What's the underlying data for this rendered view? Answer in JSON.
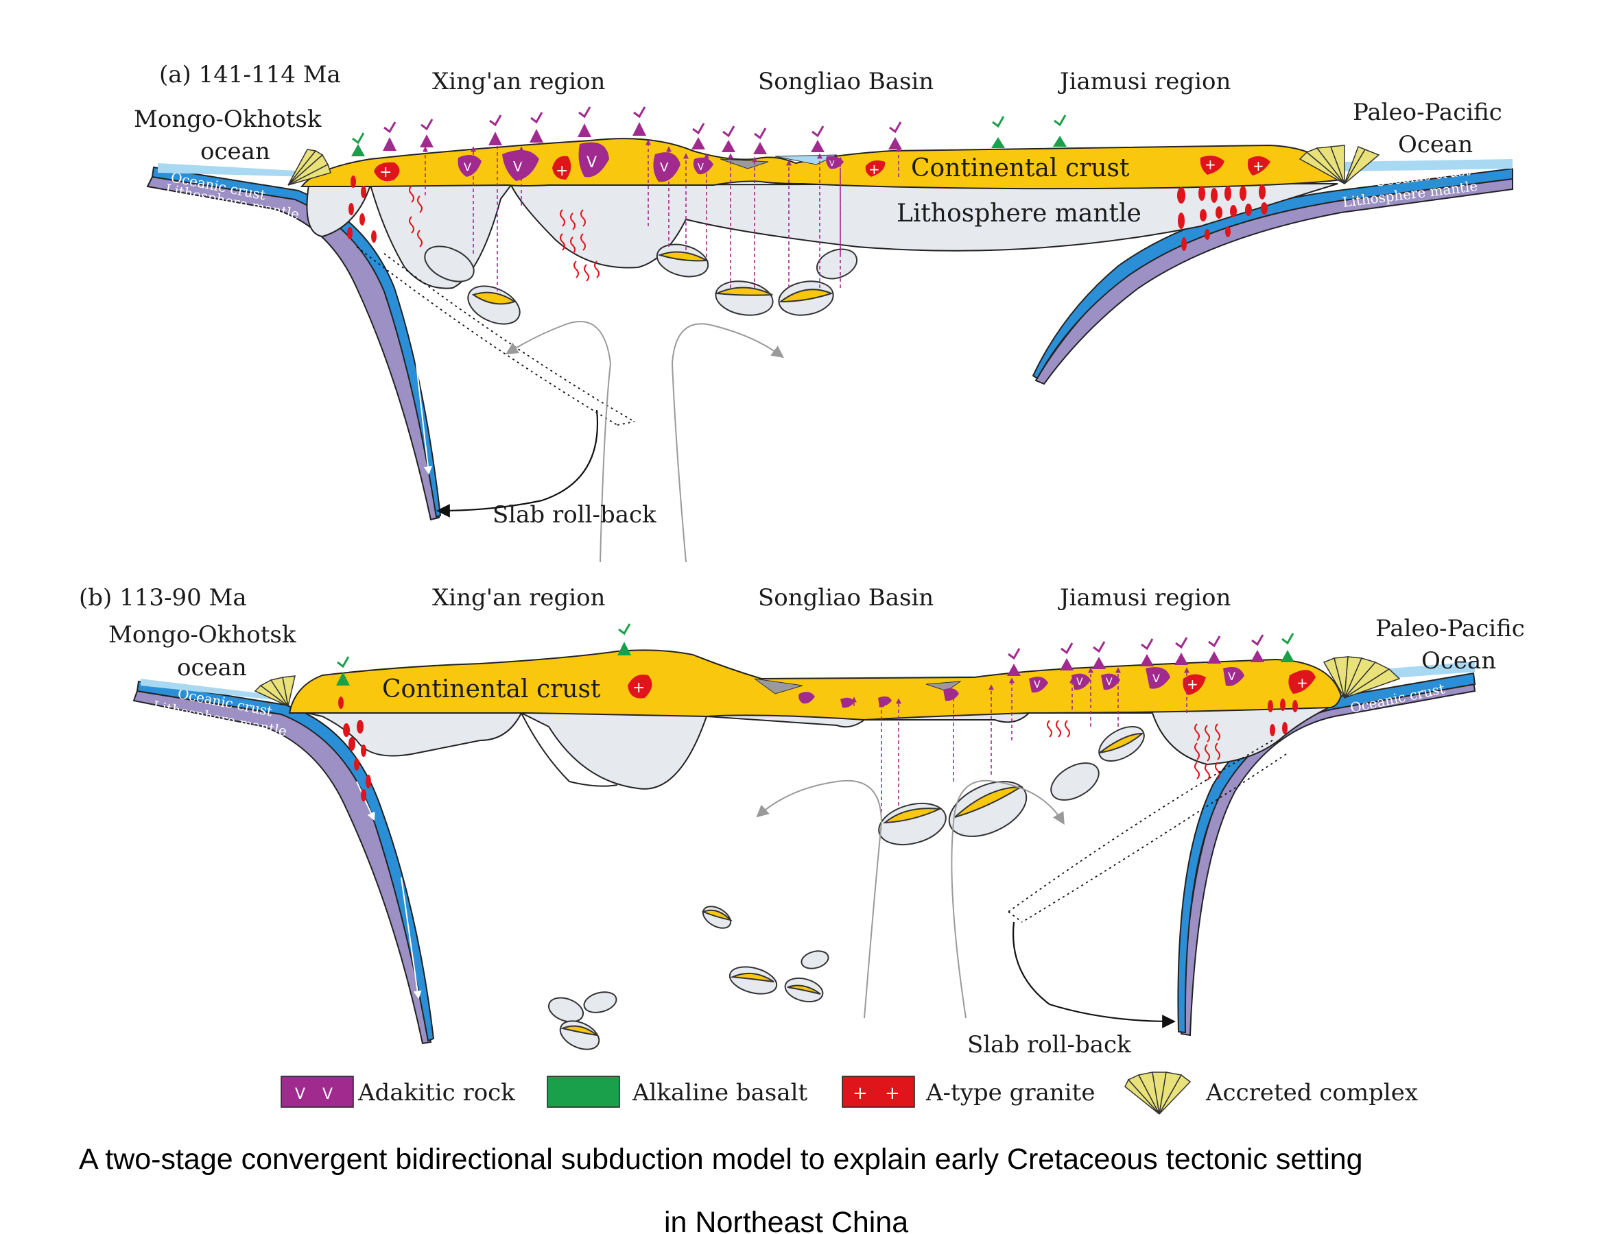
{
  "panel_a": {
    "label": "(a) 141-114 Ma",
    "xingan": "Xing'an  region",
    "songliao": "Songliao Basin",
    "jiamusi": "Jiamusi region",
    "mongo_line1": "Mongo-Okhotsk",
    "mongo_line2": "ocean",
    "pacific_line1": "Paleo-Pacific",
    "pacific_line2": "Ocean",
    "crust": "Continental crust",
    "mantle": "Lithosphere mantle",
    "oceanic_crust": "Oceanic crust",
    "lith_mantle": "Lithosphere mantle",
    "rollback": "Slab roll-back"
  },
  "panel_b": {
    "label": "(b) 113-90 Ma",
    "xingan": "Xing'an  region",
    "songliao": "Songliao Basin",
    "jiamusi": "Jiamusi region",
    "mongo_line1": "Mongo-Okhotsk",
    "mongo_line2": "ocean",
    "pacific_line1": "Paleo-Pacific",
    "pacific_line2": "Ocean",
    "crust": "Continental crust",
    "oceanic_crust": "Oceanic crust",
    "lith_mantle": "Lithosphere mantle",
    "rollback": "Slab roll-back"
  },
  "legend": {
    "adakitic": "Adakitic rock",
    "alkaline": "Alkaline basalt",
    "granite": "A-type granite",
    "accreted": "Accreted complex"
  },
  "caption": {
    "line1": "A two-stage convergent bidirectional subduction model to explain early Cretaceous tectonic setting",
    "line2": "in Northeast China"
  },
  "colors": {
    "crust": "#f9c80e",
    "mantle": "#e6e9ee",
    "oceanic_crust": "#2a8fd6",
    "lith_mantle": "#9c90c4",
    "adakitic": "#a02a8e",
    "alkaline": "#1aa04a",
    "granite": "#e0141b",
    "accreted": "#e9e27a",
    "sea": "#a9d8f2"
  }
}
